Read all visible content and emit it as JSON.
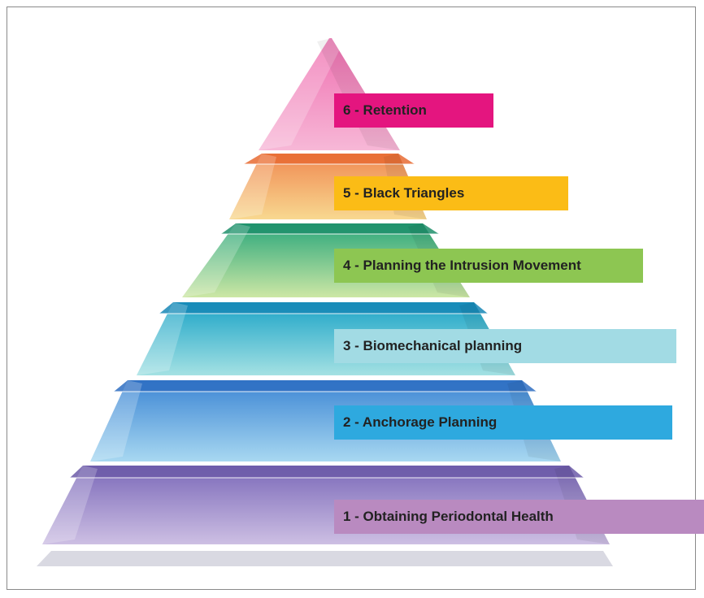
{
  "levels": [
    {
      "number": 6,
      "text": "6 - Retention",
      "label_color": "#e4157f",
      "text_color": "#222222",
      "top_color": "#ef6fb0",
      "bottom_color": "#f7b8d7",
      "accent": "#d0288a"
    },
    {
      "number": 5,
      "text": "5 - Black Triangles",
      "label_color": "#fbbc16",
      "text_color": "#222222",
      "top_color": "#f08a52",
      "bottom_color": "#f8d890",
      "accent": "#e76b33"
    },
    {
      "number": 4,
      "text": "4 - Planning the Intrusion Movement",
      "label_color": "#8dc652",
      "text_color": "#222222",
      "top_color": "#2aa77b",
      "bottom_color": "#cde7a5",
      "accent": "#1f8f6b"
    },
    {
      "number": 3,
      "text": "3 - Biomechanical planning",
      "label_color": "#a2dbe4",
      "text_color": "#222222",
      "top_color": "#1ca4c7",
      "bottom_color": "#a4e1e3",
      "accent": "#1787b6"
    },
    {
      "number": 2,
      "text": "2 - Anchorage Planning",
      "label_color": "#2ea9df",
      "text_color": "#222222",
      "top_color": "#3d86d4",
      "bottom_color": "#a8d8f1",
      "accent": "#2f6fc2"
    },
    {
      "number": 1,
      "text": "1 - Obtaining Periodontal Health",
      "label_color": "#b98ac0",
      "text_color": "#222222",
      "top_color": "#7b69b9",
      "bottom_color": "#cdbfe3",
      "accent": "#6c5aa8"
    }
  ]
}
